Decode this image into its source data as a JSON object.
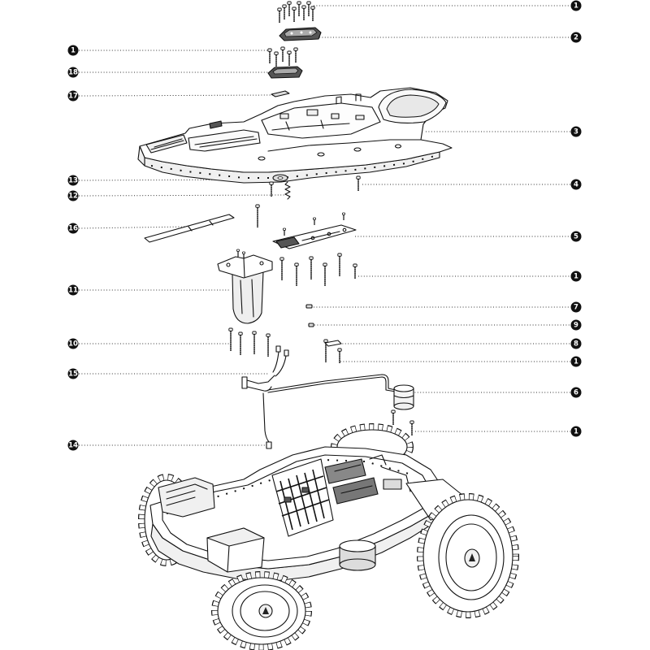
{
  "callouts": {
    "right": [
      "1",
      "2",
      "3",
      "4",
      "5",
      "1",
      "7",
      "9",
      "8",
      "1",
      "6",
      "1"
    ],
    "left": [
      "1",
      "18",
      "17",
      "13",
      "12",
      "16",
      "11",
      "10",
      "15",
      "14"
    ]
  },
  "colors": {
    "background": "#ffffff",
    "line_art": "#111111",
    "callout_badge": "#111111",
    "callout_text": "#ffffff"
  }
}
